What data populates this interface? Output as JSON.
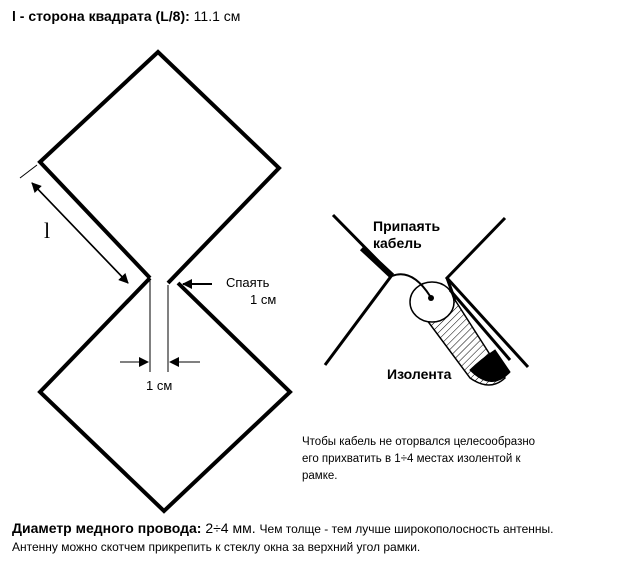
{
  "header": {
    "label": "l - сторона квадрата (L/8):",
    "value": "11.1 см"
  },
  "antenna": {
    "side_symbol": "l",
    "solder_label": "Спаять",
    "solder_gap": "1 см",
    "gap_label": "1 см"
  },
  "detail": {
    "solder_cable_line1": "Припаять",
    "solder_cable_line2": "кабель",
    "tape_label": "Изолента",
    "note_line1": "Чтобы кабель не оторвался целесообразно",
    "note_line2": "его прихватить в 1÷4 местах изолентой к",
    "note_line3": "рамке."
  },
  "footer": {
    "wire_label": "Диаметр медного провода:",
    "wire_value": "2÷4 мм.",
    "wire_note": "Чем толще - тем лучше широкополосность антенны.",
    "mount_note": "Антенну можно скотчем прикрепить к стеклу окна за верхний угол рамки."
  },
  "colors": {
    "line": "#000000",
    "background": "#ffffff"
  }
}
